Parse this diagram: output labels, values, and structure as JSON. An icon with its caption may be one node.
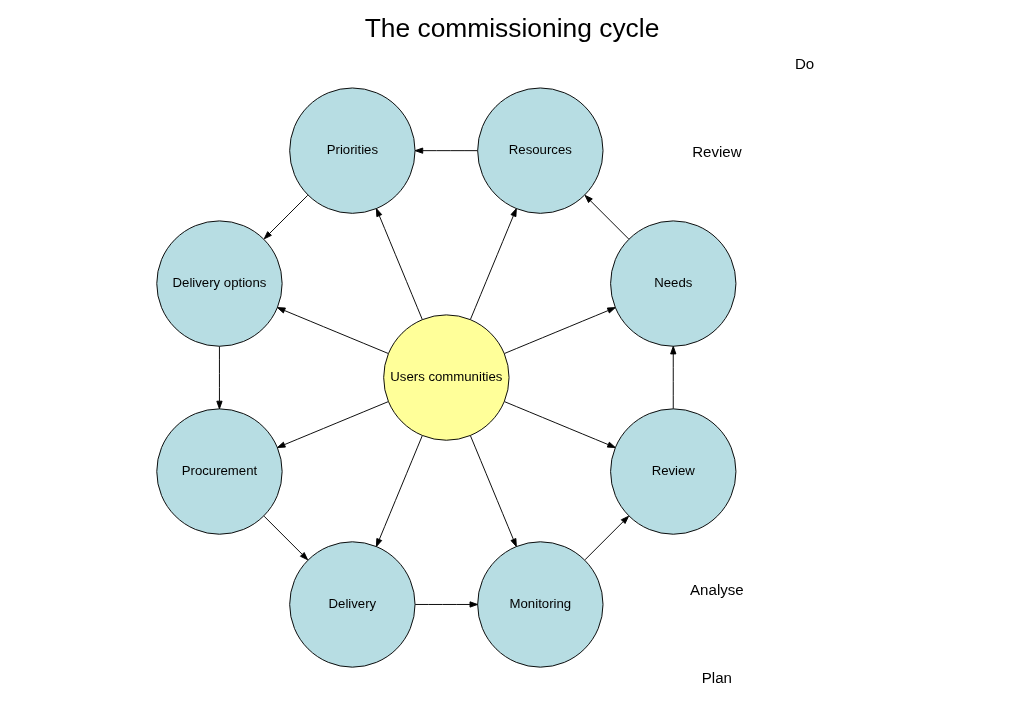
{
  "diagram": {
    "title": "The commissioning cycle",
    "nodes": [
      {
        "text": [
          "Needs"
        ]
      },
      {
        "text": [
          "Resources"
        ]
      },
      {
        "text": [
          "Priorities"
        ]
      },
      {
        "text": [
          "Delivery options"
        ]
      },
      {
        "text": [
          "Procurement"
        ]
      },
      {
        "text": [
          "Delivery"
        ]
      },
      {
        "text": [
          "Monitoring"
        ]
      },
      {
        "text": [
          "Review"
        ]
      },
      {
        "text": [
          "Users communities"
        ]
      }
    ],
    "edges": [
      {
        "from": 8,
        "to": 0,
        "arrow": "to"
      },
      {
        "from": 8,
        "to": 1,
        "arrow": "to"
      },
      {
        "from": 8,
        "to": 2,
        "arrow": "to"
      },
      {
        "from": 8,
        "to": 3,
        "arrow": "to"
      },
      {
        "from": 8,
        "to": 4,
        "arrow": "to"
      },
      {
        "from": 8,
        "to": 5,
        "arrow": "to"
      },
      {
        "from": 8,
        "to": 6,
        "arrow": "to"
      },
      {
        "from": 8,
        "to": 7,
        "arrow": "to"
      },
      {
        "from": 7,
        "to": 0,
        "arrow": "to"
      },
      {
        "from": 0,
        "to": 1,
        "arrow": "to"
      },
      {
        "from": 1,
        "to": 2,
        "arrow": "to"
      },
      {
        "from": 2,
        "to": 3,
        "arrow": "to"
      },
      {
        "from": 3,
        "to": 4,
        "arrow": "to"
      },
      {
        "from": 4,
        "to": 5,
        "arrow": "to"
      },
      {
        "from": 5,
        "to": 6,
        "arrow": "to"
      },
      {
        "from": 6,
        "to": 7,
        "arrow": "to"
      }
    ],
    "labels": [
      "Review",
      "Analyse",
      "Do",
      "Plan"
    ]
  }
}
